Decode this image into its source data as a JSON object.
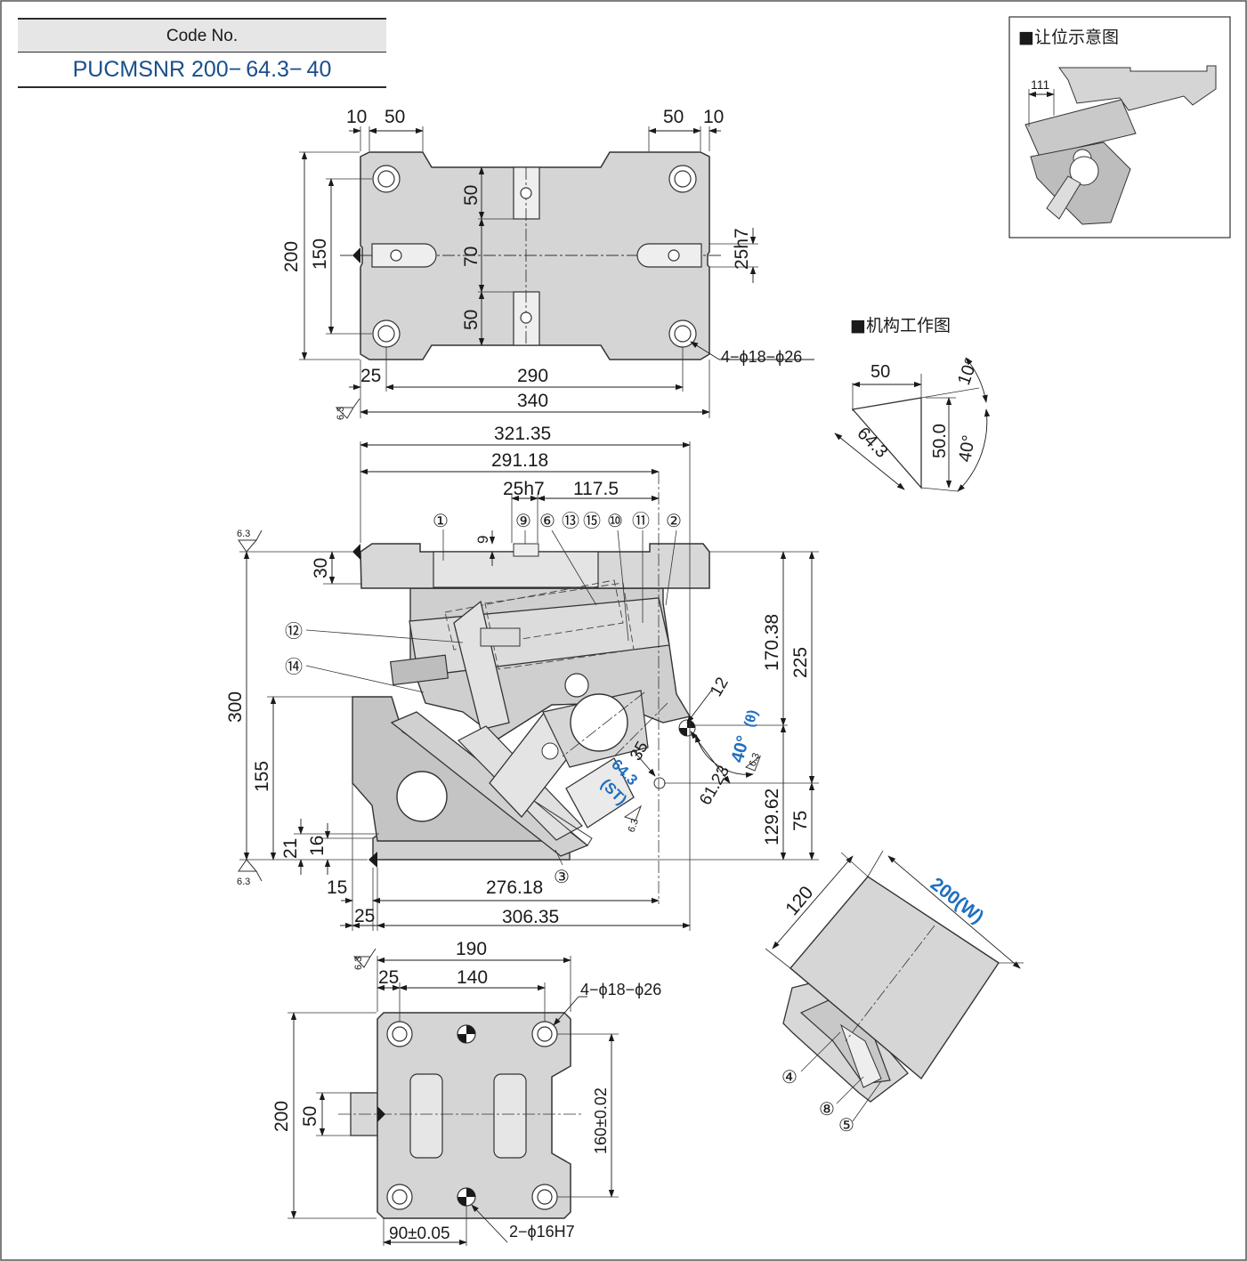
{
  "code_box": {
    "label": "Code No.",
    "value": "PUCMSNR 200− 64.3− 40"
  },
  "inset_titles": {
    "clearance": "■让位示意图",
    "mechanism": "■机构工作图"
  },
  "clearance_dim": "111",
  "top_view": {
    "dims": {
      "d10_left": "10",
      "d50_left": "50",
      "d50_right": "50",
      "d10_right": "10",
      "d200": "200",
      "d150": "150",
      "d50_upper": "50",
      "d70": "70",
      "d50_lower": "50",
      "d25h7": "25h7",
      "d25": "25",
      "d290": "290",
      "d340": "340"
    },
    "hole_callout": "4−ϕ18−ϕ26",
    "roughness": "6.3"
  },
  "side_view": {
    "dims": {
      "d321": "321.35",
      "d291": "291.18",
      "d25h7": "25h7",
      "d117": "117.5",
      "d9": "9",
      "d30": "30",
      "d300": "300",
      "d155": "155",
      "d21": "21",
      "d16": "16",
      "d15": "15",
      "d25": "25",
      "d276": "276.18",
      "d306": "306.35",
      "d170": "170.38",
      "d225": "225",
      "d129": "129.62",
      "d75": "75",
      "d12": "12",
      "d35": "35",
      "d61": "61.23",
      "angle": "40°",
      "theta": "(θ)",
      "stroke": "64.3",
      "st": "(ST)"
    },
    "roughness": "6.3",
    "parts": [
      "①",
      "②",
      "③",
      "⑥",
      "⑬",
      "⑮",
      "⑨",
      "⑩",
      "⑪",
      "⑫",
      "⑭"
    ]
  },
  "mechanism": {
    "d50": "50",
    "d64": "64.3",
    "d50_0": "50.0",
    "a10": "10°",
    "a40": "40°"
  },
  "iso_view": {
    "d120": "120",
    "d200w": "200(W)",
    "parts": [
      "④",
      "⑧",
      "⑤"
    ]
  },
  "bottom_view": {
    "dims": {
      "d190": "190",
      "d25": "25",
      "d140": "140",
      "d200": "200",
      "d50": "50",
      "d160": "160±0.02",
      "d90": "90±0.05"
    },
    "hole_callout": "4−ϕ18−ϕ26",
    "pin_callout": "2−ϕ16H7",
    "roughness": "6.3"
  }
}
